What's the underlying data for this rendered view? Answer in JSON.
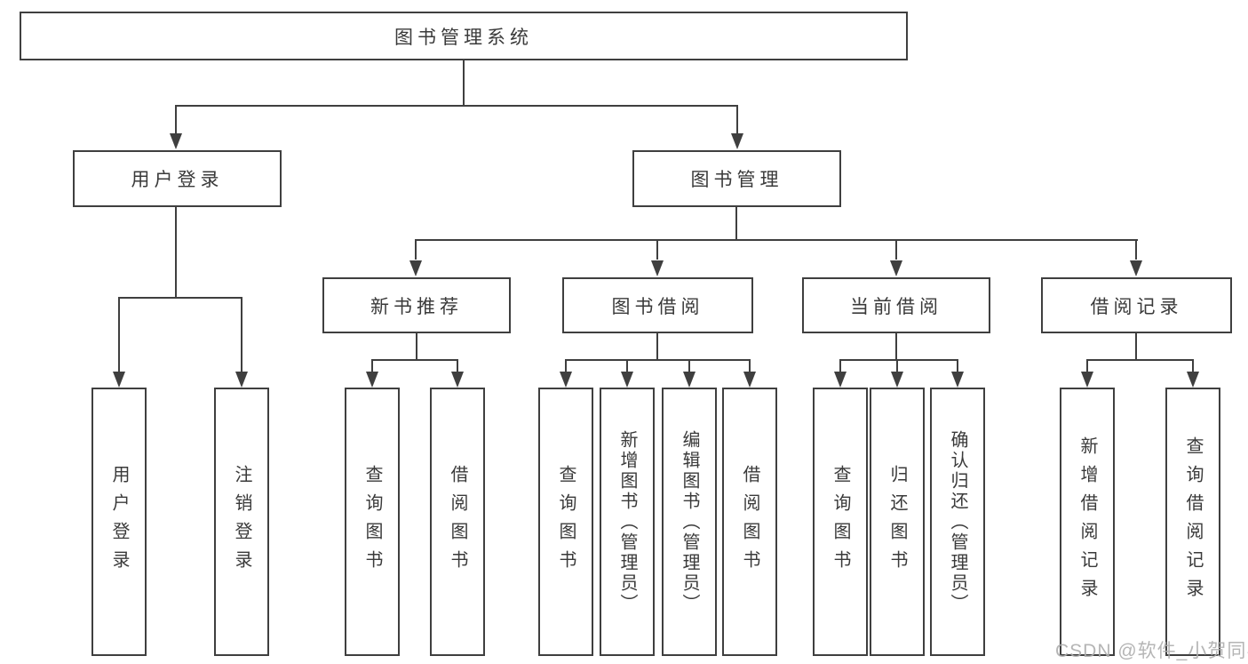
{
  "diagram": {
    "root": {
      "label": "图书管理系统"
    },
    "level2": [
      {
        "label": "用户登录"
      },
      {
        "label": "图书管理"
      }
    ],
    "level3": [
      {
        "label": "新书推荐",
        "parent": "图书管理"
      },
      {
        "label": "图书借阅",
        "parent": "图书管理"
      },
      {
        "label": "当前借阅",
        "parent": "图书管理"
      },
      {
        "label": "借阅记录",
        "parent": "图书管理"
      }
    ],
    "leaves": [
      {
        "label": "用户登录",
        "parent": "用户登录"
      },
      {
        "label": "注销登录",
        "parent": "用户登录"
      },
      {
        "label": "查询图书",
        "parent": "新书推荐"
      },
      {
        "label": "借阅图书",
        "parent": "新书推荐"
      },
      {
        "label": "查询图书",
        "parent": "图书借阅"
      },
      {
        "label": "新增图书（管理员）",
        "parent": "图书借阅"
      },
      {
        "label": "编辑图书（管理员）",
        "parent": "图书借阅"
      },
      {
        "label": "借阅图书",
        "parent": "图书借阅"
      },
      {
        "label": "查询图书",
        "parent": "当前借阅"
      },
      {
        "label": "归还图书",
        "parent": "当前借阅"
      },
      {
        "label": "确认归还（管理员）",
        "parent": "当前借阅"
      },
      {
        "label": "新增借阅记录",
        "parent": "借阅记录"
      },
      {
        "label": "查询借阅记录",
        "parent": "借阅记录"
      }
    ],
    "watermark": "CSDN @软件_小贺同学",
    "colors": {
      "line": "#3f3f3f",
      "text": "#3a3a3a",
      "watermark": "#adadad",
      "background": "#ffffff"
    }
  }
}
